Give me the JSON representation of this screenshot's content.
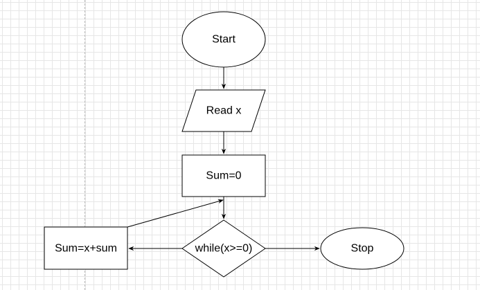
{
  "diagram": {
    "nodes": {
      "start": {
        "label": "Start",
        "shape": "ellipse"
      },
      "read_x": {
        "label": "Read x",
        "shape": "parallelogram"
      },
      "sum_init": {
        "label": "Sum=0",
        "shape": "rectangle"
      },
      "condition": {
        "label": "while(x>=0)",
        "shape": "diamond"
      },
      "sum_update": {
        "label": "Sum=x+sum",
        "shape": "rectangle"
      },
      "stop": {
        "label": "Stop",
        "shape": "ellipse"
      }
    },
    "edges": [
      {
        "from": "start",
        "to": "read_x"
      },
      {
        "from": "read_x",
        "to": "sum_init"
      },
      {
        "from": "sum_init",
        "to": "condition"
      },
      {
        "from": "condition",
        "to": "sum_update"
      },
      {
        "from": "sum_update",
        "to": "sum_init"
      },
      {
        "from": "condition",
        "to": "stop"
      }
    ],
    "colors": {
      "stroke": "#000000",
      "fill": "#ffffff",
      "grid": "#e6e6e6"
    }
  }
}
